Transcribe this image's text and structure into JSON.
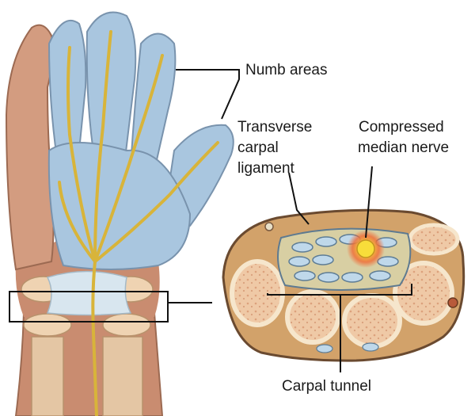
{
  "labels": {
    "numb_areas": "Numb areas",
    "ligament_line1": "Transverse",
    "ligament_line2": "carpal",
    "ligament_line3": "ligament",
    "nerve_line1": "Compressed",
    "nerve_line2": "median nerve",
    "tunnel": "Carpal tunnel"
  },
  "colors": {
    "skin": "#d39c80",
    "skin_shadow": "#b67a5e",
    "numb_area": "#a9c6df",
    "nerve": "#d8b43a",
    "nerve_outline": "#9c7a16",
    "bone": "#efd3b2",
    "bone_cortex": "#f6e6cc",
    "tendon": "#bfd8ea",
    "inflamed": "#f3a54b",
    "section_outer": "#6a4a30",
    "leader_line": "#111111"
  }
}
